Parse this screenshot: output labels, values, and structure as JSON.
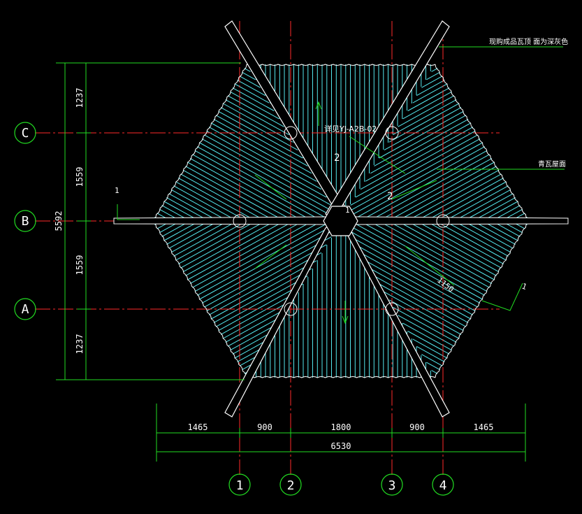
{
  "colors": {
    "background": "#000000",
    "grid_axis": "#ff2a2a",
    "dimension": "#22dd22",
    "annotation": "#22dd22",
    "tile_lines": "#55e8ee",
    "structure": "#ffffff",
    "text": "#ffffff"
  },
  "annotations": {
    "top_right_note": "现购成品瓦顶 面为深灰色",
    "roof_note": "青瓦屋面",
    "ridge_ref": "详见YJ-A2B-02",
    "section_mark_left": "1",
    "section_mark_right": "1",
    "center_mark": "1",
    "slope_mark_top": "2",
    "slope_mark_right": "2",
    "radius_label": "1150"
  },
  "dimensions": {
    "vertical_total": "5592",
    "vertical_segments": [
      "1237",
      "1559",
      "1559",
      "1237"
    ],
    "horizontal_segments": [
      "1465",
      "900",
      "1800",
      "900",
      "1465"
    ],
    "horizontal_total": "6530"
  },
  "axes": {
    "rows": [
      "C",
      "B",
      "A"
    ],
    "columns": [
      "1",
      "2",
      "3",
      "4"
    ]
  }
}
